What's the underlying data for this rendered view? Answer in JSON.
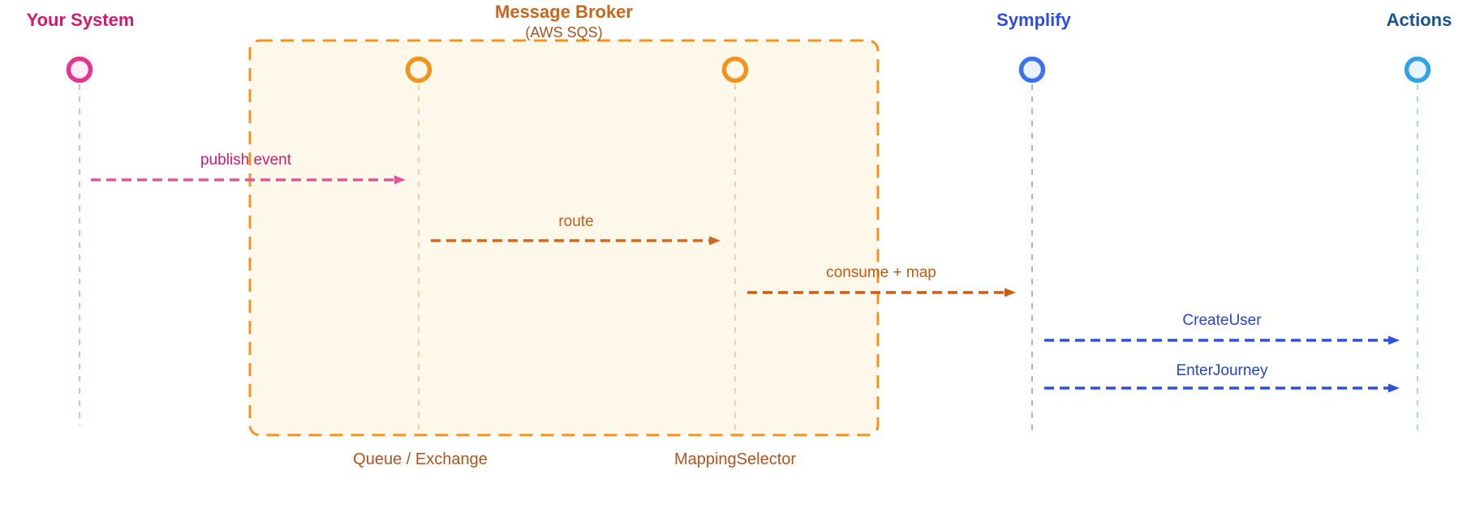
{
  "diagram": {
    "type": "sequence",
    "background": "#ffffff"
  },
  "actors": [
    {
      "name": "Your System"
    },
    {
      "name": "Queue / Exchange",
      "group": "Message Broker"
    },
    {
      "name": "MappingSelector",
      "group": "Message Broker"
    },
    {
      "name": "Symplify"
    },
    {
      "name": "Actions"
    }
  ],
  "group": {
    "title": "Message Broker",
    "subtitle": "(AWS SQS)"
  },
  "messages": [
    {
      "from": "Your System",
      "to": "Queue / Exchange",
      "label": "publish event"
    },
    {
      "from": "Queue / Exchange",
      "to": "MappingSelector",
      "label": "route"
    },
    {
      "from": "MappingSelector",
      "to": "Symplify",
      "label": "consume + map"
    },
    {
      "from": "Symplify",
      "to": "Actions",
      "label": "CreateUser"
    },
    {
      "from": "Symplify",
      "to": "Actions",
      "label": "EnterJourney"
    }
  ],
  "colors": {
    "background": "#ffffff",
    "pink_title": "#d4196d",
    "pink_circle": "#e2368f",
    "pink_circle_fill": "#fceef7",
    "pink_lifeline": "#f2aed6",
    "pink_arrow": "#e0569b",
    "orange_title": "#c7661c",
    "orange_subtitle": "#a9521d",
    "orange_border": "#f0941f",
    "orange_box_fill": "#fdf8e9",
    "orange_lifeline": "#f6d09a",
    "orange_participant_label": "#b2531d",
    "route_arrow": "#d2691e",
    "route_text": "#c05f1e",
    "consume_arrow": "#d05c10",
    "consume_text": "#c05a17",
    "blue_title": "#2b4ede",
    "blue_arrow": "#2b50e2",
    "blue_text": "#2443d9",
    "blue_circle": "#3d72ec",
    "blue_circle_fill": "#eaf2fc",
    "blue_lifeline": "#9bb5e9",
    "navy_title": "#15549a",
    "sky_circle": "#2fa3e9",
    "sky_circle_fill": "#e9f5fd",
    "sky_lifeline": "#a6d7f3"
  }
}
